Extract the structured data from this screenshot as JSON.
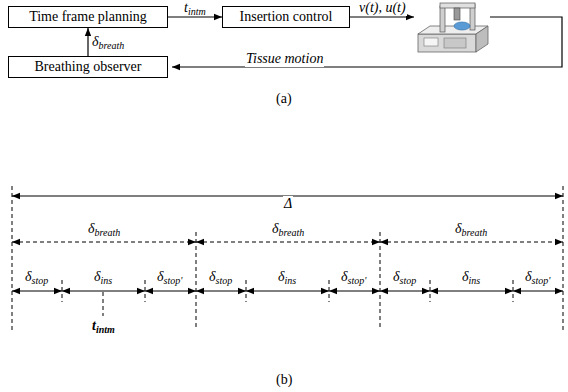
{
  "diagram": {
    "nodes": [
      {
        "text": [
          "Time frame planning"
        ]
      },
      {
        "text": [
          "Insertion control"
        ]
      },
      {
        "text": [
          "Breathing observer"
        ]
      }
    ],
    "edges": [
      {
        "from": 0,
        "to": 1,
        "arrow": "to",
        "label": "tintm"
      },
      {
        "from": 2,
        "to": 0,
        "arrow": "to",
        "label": "δbreath"
      }
    ],
    "labels": [
      "v(t), u(t)",
      "Tissue motion",
      "(a)",
      "Δ",
      "δbreath",
      "δbreath",
      "δbreath",
      "δstop",
      "δins",
      "δstop'",
      "δstop",
      "δins",
      "δstop'",
      "δstop",
      "δins",
      "δstop'",
      "tintm",
      "(b)"
    ]
  }
}
